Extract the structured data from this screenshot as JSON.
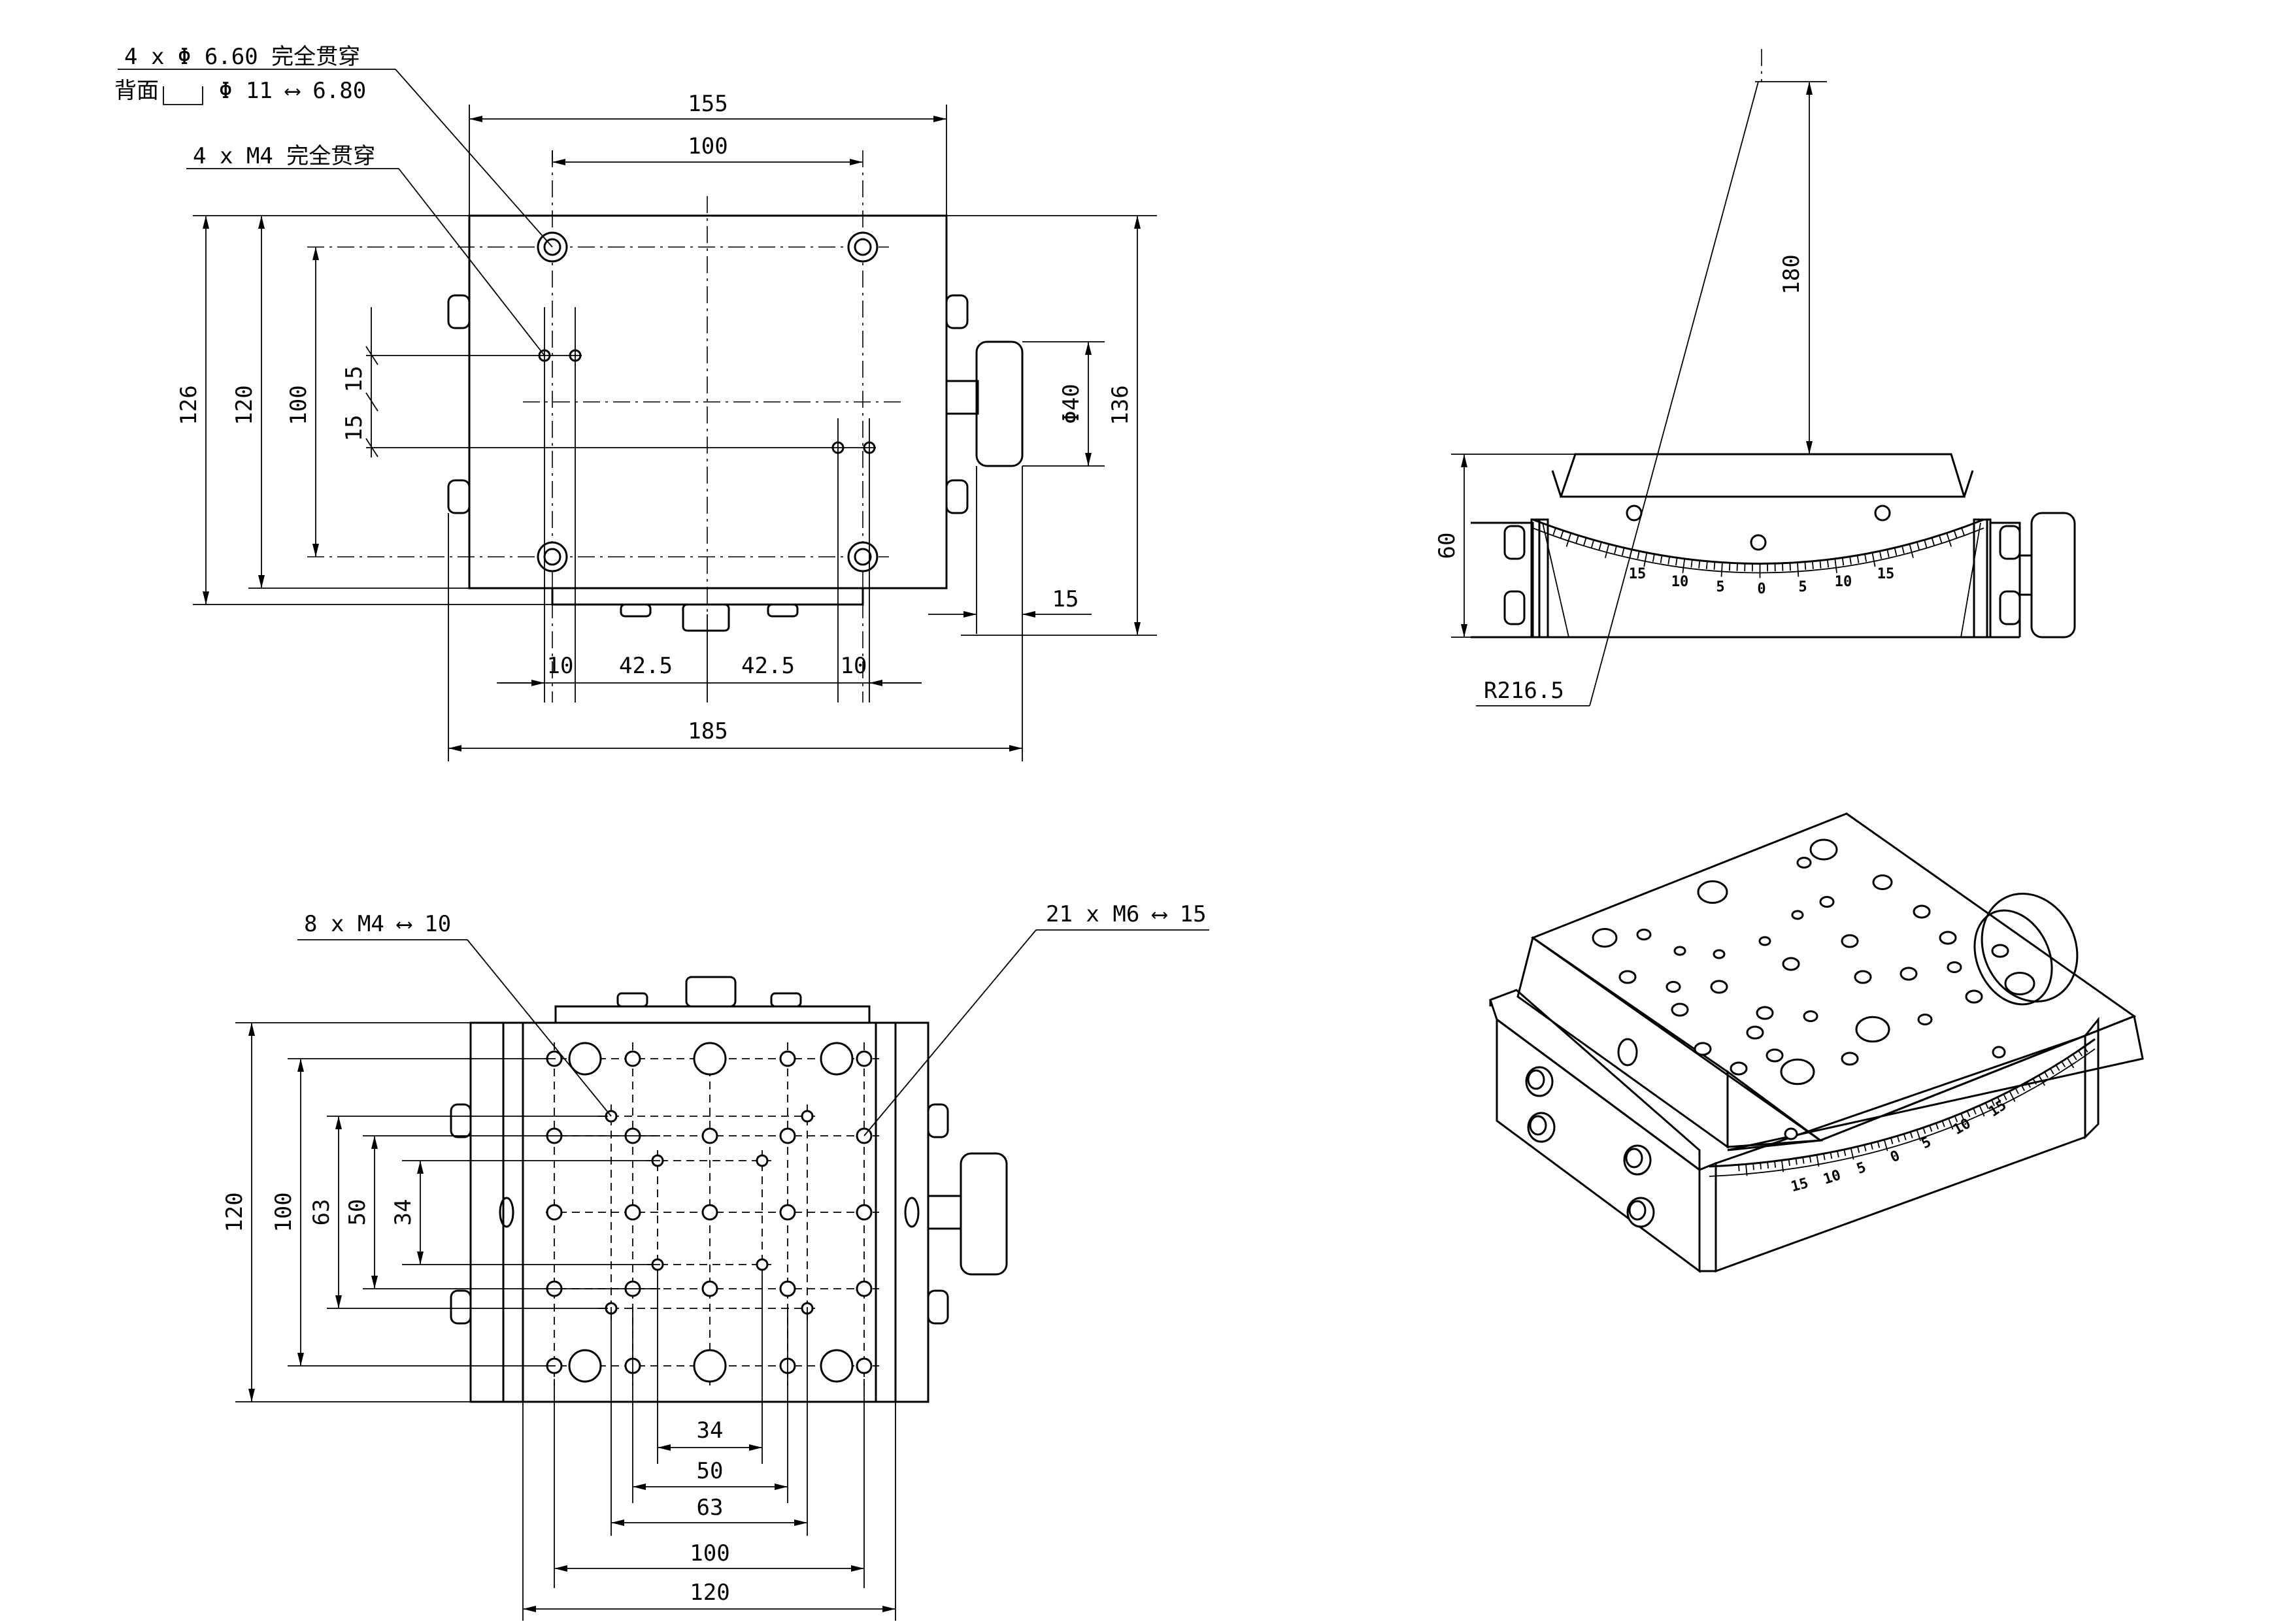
{
  "callouts": {
    "thru_holes_line1": "4 x  Φ 6.60 完全贯穿",
    "thru_holes_line2_prefix": "背面",
    "thru_holes_line2": "Φ 11  ⟷ 6.80",
    "m4_thru": "4 x  M4 完全贯穿",
    "m4_blind": "8 x M4 ⟷ 10",
    "m6_blind": "21 x M6 ⟷ 15"
  },
  "top_view": {
    "dim_155": "155",
    "dim_100_top": "100",
    "dim_126": "126",
    "dim_120": "120",
    "dim_100_left": "100",
    "dim_15_upper": "15",
    "dim_15_lower": "15",
    "dim_136": "136",
    "dim_phi40": "Φ40",
    "dim_15_right": "15",
    "dim_10_left": "10",
    "dim_42_5_left": "42.5",
    "dim_42_5_right": "42.5",
    "dim_10_right": "10",
    "dim_185": "185"
  },
  "front_view": {
    "dim_180": "180",
    "dim_60": "60",
    "dim_r216_5": "R216.5",
    "scale_labels": [
      "15",
      "10",
      "5",
      "0",
      "5",
      "10",
      "15"
    ]
  },
  "bottom_view": {
    "dim_120_left": "120",
    "dim_100_left": "100",
    "dim_63_left": "63",
    "dim_50_left": "50",
    "dim_34_left": "34",
    "dim_34_bottom": "34",
    "dim_50_bottom": "50",
    "dim_63_bottom": "63",
    "dim_100_bottom": "100",
    "dim_120_bottom": "120"
  },
  "iso_view": {
    "scale_labels": [
      "15",
      "10",
      "5",
      "0",
      "5",
      "10",
      "15"
    ]
  }
}
